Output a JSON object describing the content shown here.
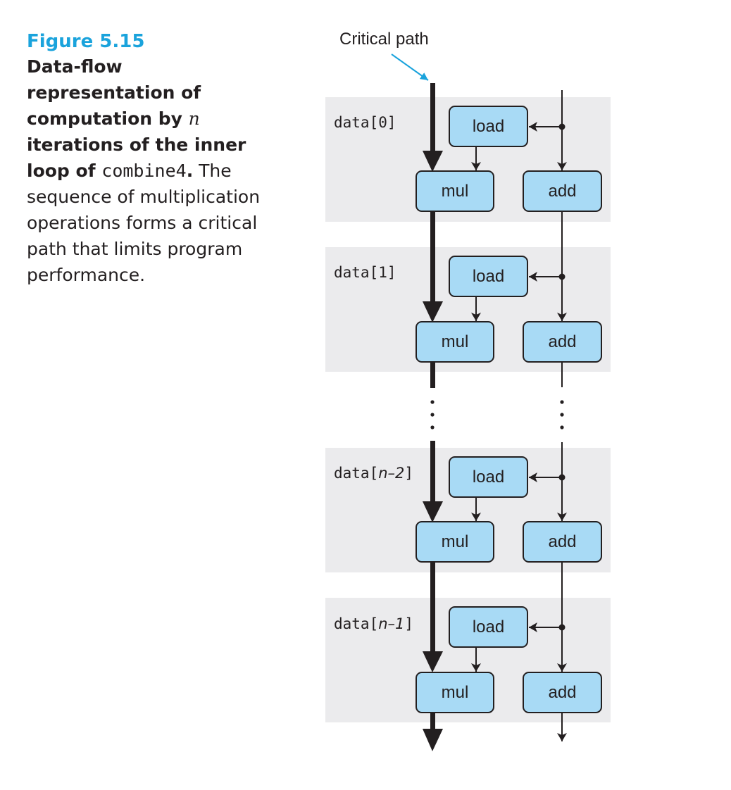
{
  "figure": {
    "label": "Figure 5.15",
    "caption_bold_1": "Data-flow representation of computation by ",
    "caption_var": "n",
    "caption_bold_2": " iterations of the inner loop of ",
    "caption_code": "combine4",
    "caption_bold_3": ".",
    "caption_rest": " The sequence of multiplication operations forms a critical path that limits program performance."
  },
  "diagram": {
    "critical_path_label": "Critical path",
    "iterations": [
      {
        "data_prefix": "data[",
        "data_index": "0",
        "data_suffix": "]",
        "load": "load",
        "mul": "mul",
        "add": "add"
      },
      {
        "data_prefix": "data[",
        "data_index": "1",
        "data_suffix": "]",
        "load": "load",
        "mul": "mul",
        "add": "add"
      },
      {
        "data_prefix": "data[",
        "data_index": "n–2",
        "data_suffix": "]",
        "load": "load",
        "mul": "mul",
        "add": "add"
      },
      {
        "data_prefix": "data[",
        "data_index": "n–1",
        "data_suffix": "]",
        "load": "load",
        "mul": "mul",
        "add": "add"
      }
    ],
    "colors": {
      "box_fill": "#a8daf5",
      "panel_fill": "#ebebed",
      "arrow": "#231f20",
      "accent": "#1aa3dc"
    }
  }
}
